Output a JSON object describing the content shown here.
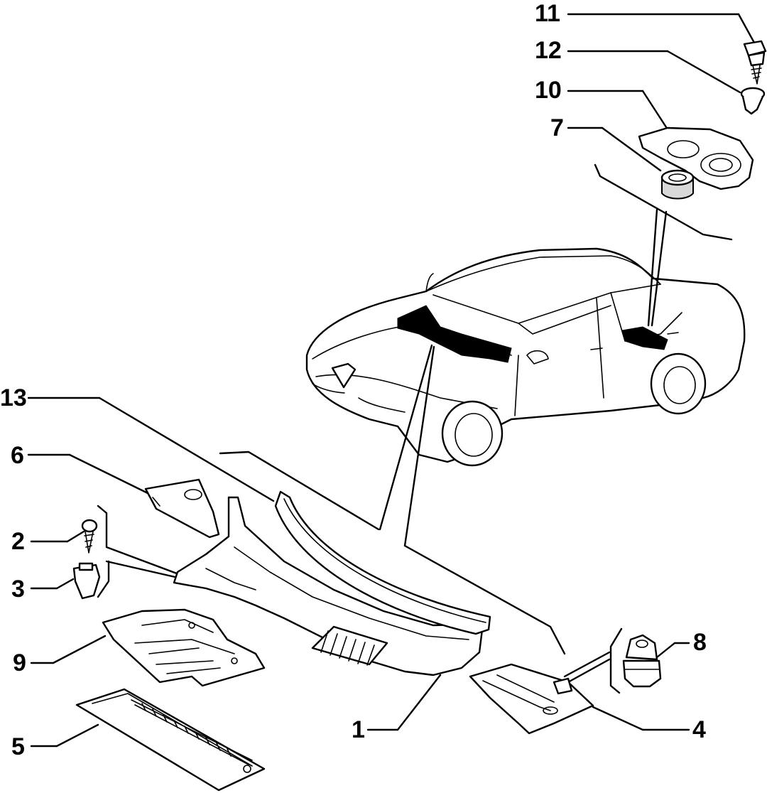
{
  "diagram": {
    "callouts": [
      {
        "id": "11",
        "text": "11"
      },
      {
        "id": "12",
        "text": "12"
      },
      {
        "id": "10",
        "text": "10"
      },
      {
        "id": "7",
        "text": "7"
      },
      {
        "id": "13",
        "text": "13"
      },
      {
        "id": "6",
        "text": "6"
      },
      {
        "id": "2",
        "text": "2"
      },
      {
        "id": "3",
        "text": "3"
      },
      {
        "id": "9",
        "text": "9"
      },
      {
        "id": "5",
        "text": "5"
      },
      {
        "id": "1",
        "text": "1"
      },
      {
        "id": "4",
        "text": "4"
      },
      {
        "id": "8",
        "text": "8"
      }
    ],
    "colors": {
      "ink": "#000000",
      "paper": "#ffffff"
    }
  }
}
